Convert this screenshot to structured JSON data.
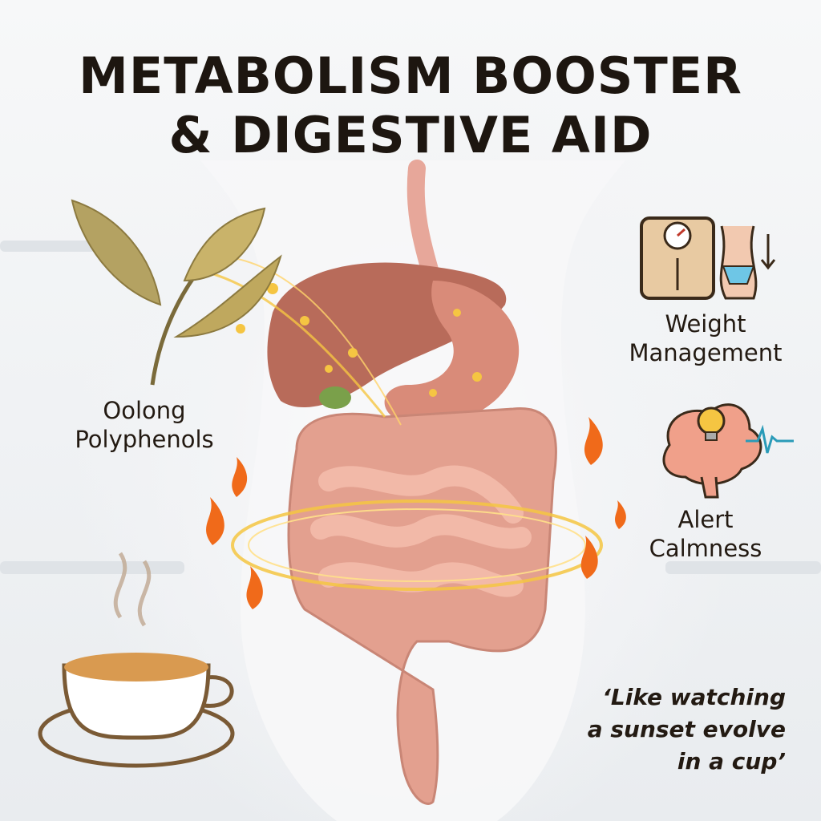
{
  "title": {
    "line1": "METABOLISM BOOSTER",
    "line2": "& DIGESTIVE AID"
  },
  "benefits": {
    "polyphenols": {
      "line1": "Oolong",
      "line2": "Polyphenols",
      "icon": "tea-leaf-icon"
    },
    "weight": {
      "line1": "Weight",
      "line2": "Management",
      "icon": "scale-icon"
    },
    "alert": {
      "line1": "Alert",
      "line2": "Calmness",
      "icon": "brain-bulb-icon"
    }
  },
  "quote": {
    "line1": "‘Like watching",
    "line2": "a sunset evolve",
    "line3": "in a cup’"
  },
  "colors": {
    "title": "#1d1610",
    "glow": "#f5c542",
    "flame": "#f06a1a",
    "organ": "#e9a08e",
    "tea": "#d99a50"
  }
}
